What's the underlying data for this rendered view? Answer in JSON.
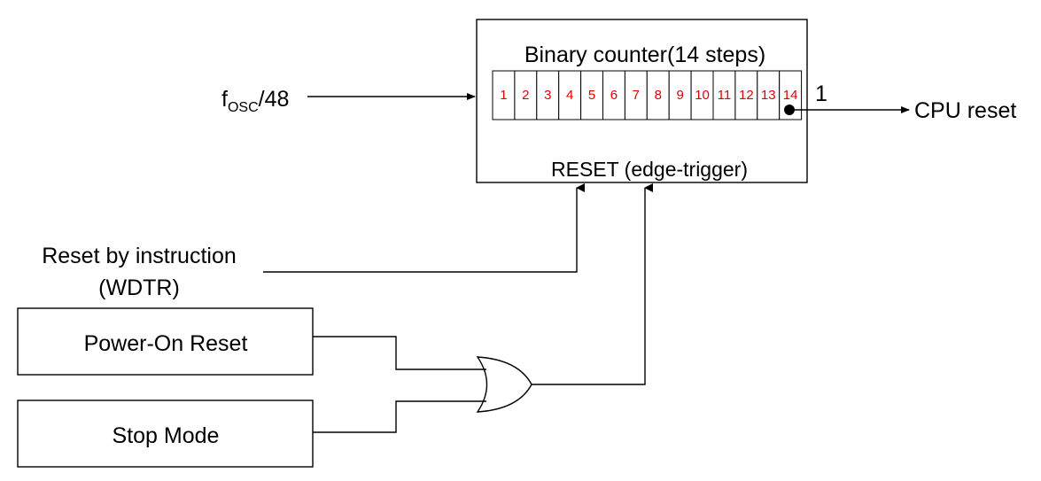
{
  "counter": {
    "title": "Binary counter(14 steps)",
    "reset_label": "RESET (edge-trigger)",
    "cells": [
      "1",
      "2",
      "3",
      "4",
      "5",
      "6",
      "7",
      "8",
      "9",
      "10",
      "11",
      "12",
      "13",
      "14"
    ],
    "output_value": "1"
  },
  "clock_input": {
    "base": "f",
    "subscript": "OSC",
    "suffix": "/48"
  },
  "output_label": "CPU reset",
  "reset_instruction": {
    "line1": "Reset by instruction",
    "line2": "(WDTR)"
  },
  "power_on_reset": "Power-On Reset",
  "stop_mode": "Stop Mode",
  "colors": {
    "cell_number": "#e00000",
    "line": "#000000"
  }
}
